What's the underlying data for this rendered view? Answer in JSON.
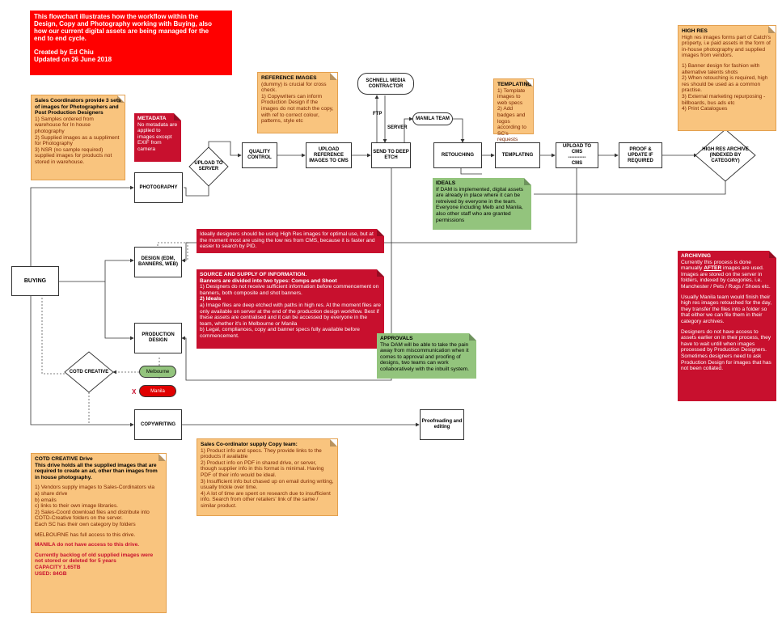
{
  "title_note": {
    "lines": [
      "This flowchart illustrates how the workflow within the",
      "Design, Copy and Photography working with Buying, also",
      "how our current digital assets are being managed for the",
      "end to end cycle."
    ],
    "author": "Created by Ed Chiu",
    "updated": "Updated on 26 June 2018",
    "color": "#ff0000"
  },
  "sales_coord_note": {
    "heading": "Sales Coordinators provide 3 sets of images for Photographers and Post Production Designers",
    "items": [
      "1) Samples ordered from warehouse for In house photography",
      "2) Supplied images as a suppliment for Photography",
      "3) NSR (no sample required) supplied images for products not stored in warehouse."
    ]
  },
  "metadata_note": {
    "heading": "METADATA",
    "body": "No metadata are applied to images except EXIF from camera"
  },
  "reference_note": {
    "heading": "REFERENCE IMAGES",
    "body": "(dummy) is crucial for cross check.",
    "items": [
      "1) Copywriters can inform Production Design if the images do not match the copy, with ref to correct colour, patterns, style etc"
    ]
  },
  "templating_note": {
    "heading": "TEMPLATING",
    "items": [
      "1) Template images to web specs",
      "2) Add badges and logos according to SC's requests"
    ]
  },
  "highres_note": {
    "heading": "HIGH RES",
    "body": "High res images forms part of Catch's property, i.e paid assets in the form of in-house photography and supplied images from vendors.",
    "items": [
      "1) Banner design for fashion with alternative talents shots",
      "2) When retouching is required, high res should be used as a common practise.",
      "3) External marketing repurposing - billboards, bus ads etc",
      "4) Print Catalogues"
    ]
  },
  "ideals_note": {
    "heading": "IDEALS",
    "body": "If DAM is implemented, digital assets are already in place where it can be retreived by everyone in the team. Everyone including Melb and Manila, also other staff who are granted permissions"
  },
  "highres_usage_note": {
    "body": "Ideally designers should be using High Res images for optimal use, but at the moment most are using the low res from CMS, because it is faster and easier to search by PID."
  },
  "source_note": {
    "heading": "SOURCE AND SUPPLY OF INFORMATION.",
    "subheading": "Banners are divided into two types: Comps and Shoot",
    "items": [
      "1) Designers do not receive sufficient information before commencement on banners, both composite and shot banners.",
      "2) Ideals",
      "a) Image files are deep etched with paths in high res.  At the moment files are only available on server at the end of the production design workflow.  Best if these assets are centralised and it can be accessed by everyone in the team, whether it's in Melbourne or Manila",
      "b) Legal, compliances, copy and banner specs fully available before commencement."
    ]
  },
  "approvals_note": {
    "heading": "APPROVALS",
    "body": "The DAM will be able to take the pain away from miscommunication when it comes to approval and proofing of designs, two teams can work collaboratively with the inbuilt system."
  },
  "archiving_note": {
    "heading": "ARCHIVING",
    "p1_before": "Currently this process is done manually ",
    "p1_emph": "AFTER",
    "p1_after": " images are used. Images are stored on the server in folders, indexed by categories. i.e. Manchester / Pets / Rugs / Shoes etc.",
    "p2": "Usually Manila team would finish their high res images retouched for the day, they transfer the files into a folder so that either we can file them in their category archives.",
    "p3": "Designers do not have access to assets earlier on in their process, they have to wait untill when images processed by Production Designers.  Sometimes designers need to ask Production Design for images that has not been collated."
  },
  "copy_note": {
    "heading": "Sales Co-ordinator supply Copy team:",
    "items": [
      "1) Product info and specs.  They provide links to the products if available",
      "2) Product info on PDF in shared drive, or server, though supplier info in this format is minimal.  Having PDF of their info would be ideal.",
      "3) Insufficient info but chased up on email during writing, usually trickle over time.",
      "4) A lot of time are spent on research due to insufficient info.  Search from other retailers' link of the same / similar product."
    ]
  },
  "cotd_note": {
    "heading": "COTD CREATIVE Drive",
    "subheading": "This drive holds all the supplied images that are required to create an ad, other than images from in house photography.",
    "items": [
      "1) Vendors supply images to Sales-Cordinators via",
      "a) share drive",
      "b) emails",
      "c) links to their own image libraries.",
      "2) Sales-Coord download files and distribute into COTD-Creative folders on the server.",
      "Each SC has their own category by folders"
    ],
    "melbourne": "MELBOURNE has full access to this drive.",
    "manila": "MANILA do not have access to this drive.",
    "backlog": "Currently backlog of old supplied images were not stored or deleted for 5 years",
    "capacity": "CAPACITY  1.65TB",
    "used": "USED: 84GB"
  },
  "nodes": {
    "photography": "PHOTOGRAPHY",
    "upload_server": "UPLOAD TO SERVER",
    "quality_control": "QUALITY CONTROL",
    "upload_ref": "UPLOAD REFERENCE IMAGES TO CMS",
    "send_deep_etch": "SEND TO DEEP ETCH",
    "schnell": "SCHNELL MEDIA CONTRACTOR",
    "ftp": "FTP",
    "server": "SERVER",
    "manila_team": "MANILA TEAM",
    "retouching": "RETOUCHING",
    "templating": "TEMPLATING",
    "upload_cms_top": "UPLOAD TO CMS",
    "upload_cms_mid": "-----------",
    "upload_cms_bottom": "CMS",
    "proof_update": "PROOF & UPDATE IF REQUIRED",
    "highres_archive": "HIGH RES ARCHIVE (indexed by category)",
    "buying": "BUYING",
    "design": "DESIGN (EDM, BANNERS, WEB)",
    "production_design": "PRODUCTION DESIGN",
    "cotd_creative": "COTD CREATIVE",
    "melbourne": "Melbourne",
    "manila": "Manila",
    "x_mark": "X",
    "copywriting": "COPYWRITING",
    "proofreading": "Proofreading and editing"
  },
  "colors": {
    "orange": "#f9c47e",
    "red": "#c8102e",
    "green": "#93c47d",
    "bright_red": "#ff0000"
  }
}
